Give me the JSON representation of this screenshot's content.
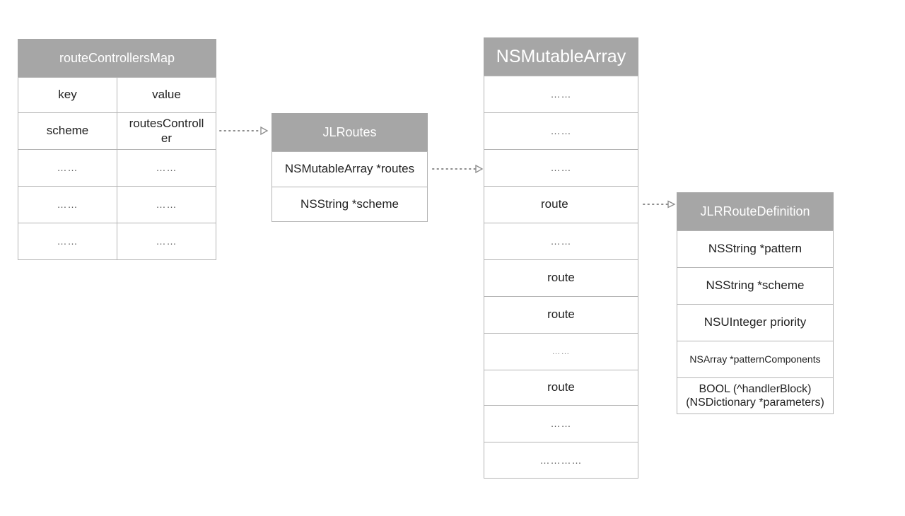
{
  "map_table": {
    "title": "routeControllersMap",
    "header": [
      "key",
      "value"
    ],
    "rows": [
      [
        "scheme",
        "routesControll\ner"
      ],
      [
        "……",
        "……"
      ],
      [
        "……",
        "……"
      ],
      [
        "……",
        "……"
      ]
    ]
  },
  "jlroutes": {
    "title": "JLRoutes",
    "fields": [
      "NSMutableArray *routes",
      "NSString *scheme"
    ]
  },
  "array_table": {
    "title": "NSMutableArray",
    "items": [
      "……",
      "……",
      "……",
      "route",
      "……",
      "route",
      "route",
      "……",
      "route",
      "……",
      "…………"
    ]
  },
  "route_def": {
    "title": "JLRRouteDefinition",
    "fields": [
      "NSString *pattern",
      "NSString *scheme",
      "NSUInteger priority",
      "NSArray *patternComponents",
      "BOOL (^handlerBlock)\n(NSDictionary *parameters)"
    ]
  },
  "colors": {
    "header_bg": "#a6a6a6",
    "header_text": "#ffffff",
    "border": "#b5b5b5",
    "connector": "#8c8c8c"
  }
}
